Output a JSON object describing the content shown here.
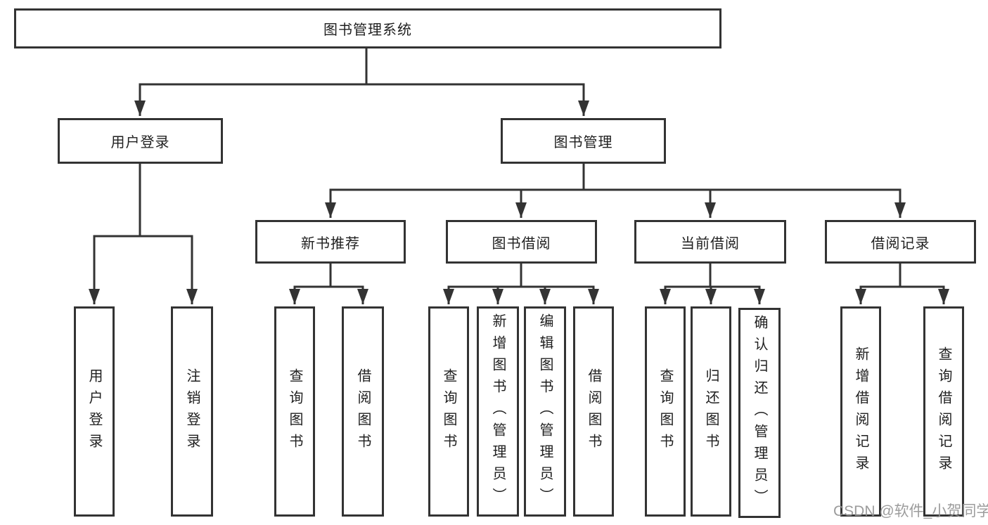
{
  "tree": {
    "root": "图书管理系统",
    "level2": [
      "用户登录",
      "图书管理"
    ],
    "level3": [
      "新书推荐",
      "图书借阅",
      "当前借阅",
      "借阅记录"
    ],
    "leaves": {
      "user_login": [
        "用户登录",
        "注销登录"
      ],
      "new_book_recommend": [
        "查询图书",
        "借阅图书"
      ],
      "book_borrowing": [
        "查询图书",
        "新增图书（管理员）",
        "编辑图书（管理员）",
        "借阅图书"
      ],
      "current_borrowing": [
        "查询图书",
        "归还图书",
        "确认归还（管理员）"
      ],
      "borrow_records": [
        "新增借阅记录",
        "查询借阅记录"
      ]
    }
  },
  "watermark": {
    "text": "CSDN @软件_小贺同学"
  },
  "colors": {
    "line": "#333333",
    "box_border": "#333333",
    "text": "#1f1f1f",
    "background": "#ffffff",
    "watermark": "#949494"
  }
}
